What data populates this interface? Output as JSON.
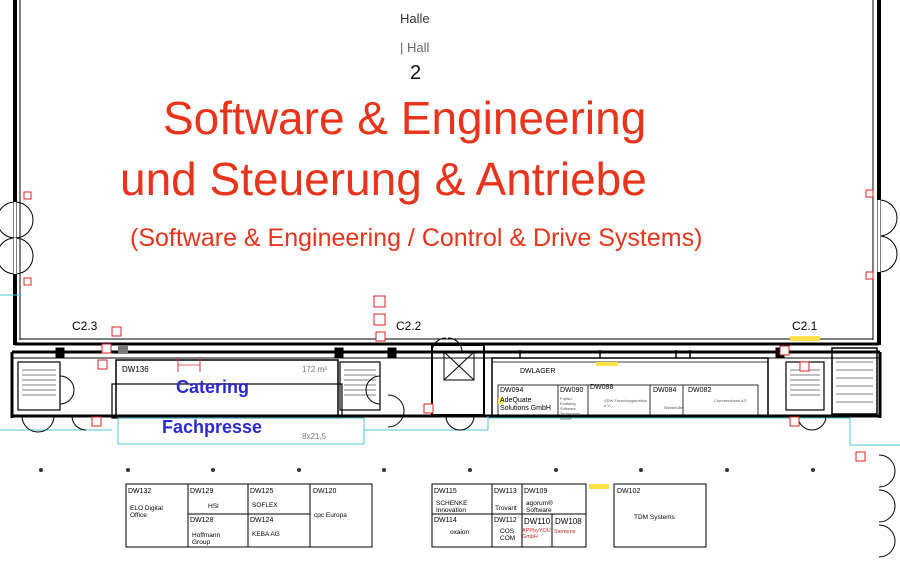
{
  "hall": {
    "label_de": "Halle",
    "label_en": "| Hall",
    "number": "2"
  },
  "title": {
    "line1": "Software & Engineering",
    "line2": "und Steuerung & Antriebe",
    "subtitle": "(Software & Engineering / Control & Drive Systems)",
    "color": "#e8341c"
  },
  "exits": {
    "c23": "C2.3",
    "c22": "C2.2",
    "c21": "C2.1"
  },
  "areas": {
    "catering": "Catering",
    "fachpresse": "Fachpresse",
    "label_color": "#2a2ad0",
    "dw136_id": "DW136",
    "dw136_area": "172 m²",
    "dw136_dims": "8x21,5",
    "dwlager": "DWLAGER"
  },
  "booths_inner": [
    {
      "id": "DW094",
      "name": "AdeQuate Solutions GmbH"
    },
    {
      "id": "DW090",
      "name": "Fujitsu Enabling Software Technology GmbH"
    },
    {
      "id": "DW088",
      "name": "VDW Forschungsinstitut e.V."
    },
    {
      "id": "DW084",
      "name": "Weidmüller"
    },
    {
      "id": "DW082",
      "name": "Commerzbank AG"
    }
  ],
  "booths_left": [
    {
      "id": "DW132",
      "name": "ELO Digital Office"
    },
    {
      "id": "DW129",
      "name": "HSI"
    },
    {
      "id": "DW125",
      "name": "SOFLEX"
    },
    {
      "id": "DW120",
      "name": "cpc Europa"
    },
    {
      "id": "DW128",
      "name": "Hoffmann Group"
    },
    {
      "id": "DW124",
      "name": "KEBA AG"
    }
  ],
  "booths_right": [
    {
      "id": "DW115",
      "name": "SCHENKE Innovation"
    },
    {
      "id": "DW113",
      "name": "Trovarit"
    },
    {
      "id": "DW109",
      "name": "agorum® Software"
    },
    {
      "id": "DW114",
      "name": "oxaion"
    },
    {
      "id": "DW112",
      "name": "COS COM"
    },
    {
      "id": "DW110",
      "name": "APPbyYOU GmbH"
    },
    {
      "id": "DW108",
      "name": "Siemens"
    },
    {
      "id": "DW102",
      "name": "TDM Systems"
    }
  ]
}
